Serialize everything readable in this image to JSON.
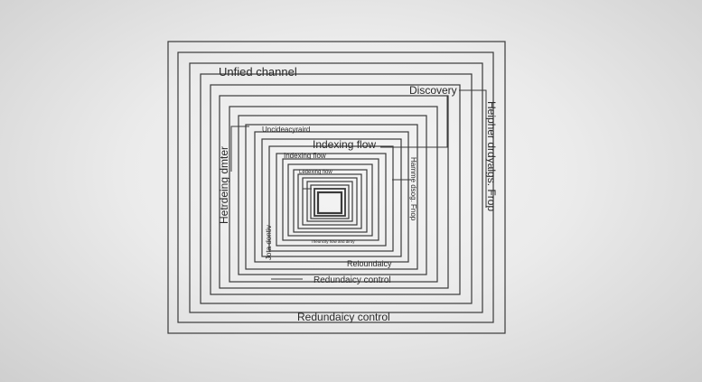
{
  "diagram": {
    "labels": {
      "unified": "Unfied channel",
      "discovery": "Discovery",
      "right_vertical": "Heipher drdyalgs. Frop",
      "left_vertical": "Hetrdeing dmter",
      "inner_top": "Uncideacyraird",
      "indexing": "Indexing flow",
      "inner_indexing": "Indexing flow",
      "core_indexing": "Ledexing flow",
      "hamme": "Hamme dsog. Fnop",
      "left_small": "Jota dontiv",
      "inner_bottom_small": "Theuncity flow and diroy",
      "redundancy_small": "Reloundaicy",
      "redundancy_mid": "Redundaicy control",
      "redundancy_outer": "Redundaicy control"
    },
    "colors": {
      "stroke": "#3a3a3a",
      "text": "#2a2a2a",
      "background": "#ececec"
    }
  }
}
